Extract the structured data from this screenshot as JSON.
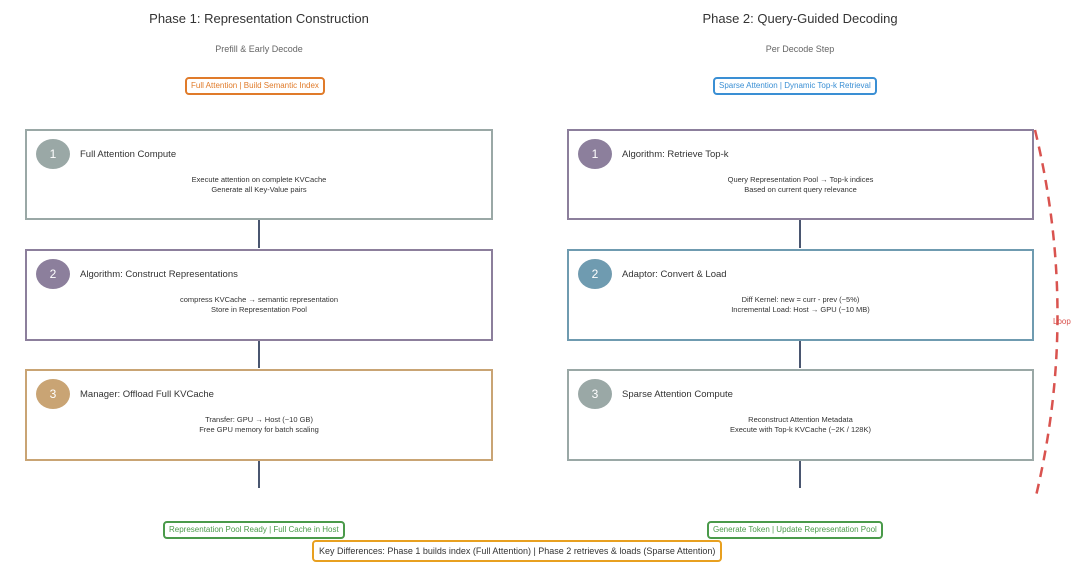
{
  "phase1": {
    "title": "Phase 1: Representation Construction",
    "subtitle": "Prefill & Early Decode",
    "tag": "Full Attention | Build Semantic Index",
    "steps": [
      {
        "num": "1",
        "title": "Full Attention Compute",
        "line1": "Execute attention on complete KVCache",
        "line2": "Generate all Key-Value pairs",
        "color": "#9aa8a6"
      },
      {
        "num": "2",
        "title": "Algorithm: Construct Representations",
        "line1": "compress KVCache → semantic representation",
        "line2": "Store in Representation Pool",
        "color": "#8c7f9c"
      },
      {
        "num": "3",
        "title": "Manager: Offload Full KVCache",
        "line1": "Transfer: GPU → Host (~10 GB)",
        "line2": "Free GPU memory for batch scaling",
        "color": "#c9a474"
      }
    ],
    "result": "Representation Pool Ready | Full Cache in Host"
  },
  "phase2": {
    "title": "Phase 2: Query-Guided Decoding",
    "subtitle": "Per Decode Step",
    "tag": "Sparse Attention | Dynamic Top-k Retrieval",
    "steps": [
      {
        "num": "1",
        "title": "Algorithm: Retrieve Top-k",
        "line1": "Query Representation Pool → Top-k indices",
        "line2": "Based on current query relevance",
        "color": "#8c7f9c"
      },
      {
        "num": "2",
        "title": "Adaptor: Convert & Load",
        "line1": "Diff Kernel: new = curr - prev (~5%)",
        "line2": "Incremental Load: Host → GPU (~10 MB)",
        "color": "#6f9bb0"
      },
      {
        "num": "3",
        "title": "Sparse Attention Compute",
        "line1": "Reconstruct Attention Metadata",
        "line2": "Execute with Top-k KVCache (~2K / 128K)",
        "color": "#9aa8a6"
      }
    ],
    "result": "Generate Token | Update Representation Pool",
    "loop_label": "Loop"
  },
  "key_differences": "Key Differences:  Phase 1 builds index (Full Attention)  |  Phase 2 retrieves & loads (Sparse Attention)",
  "colors": {
    "orange": "#e07b2a",
    "blue": "#3a8fd4",
    "green": "#4a9a4a",
    "gold": "#e8a020",
    "connector": "#4a5670",
    "loop": "#d9534f"
  }
}
